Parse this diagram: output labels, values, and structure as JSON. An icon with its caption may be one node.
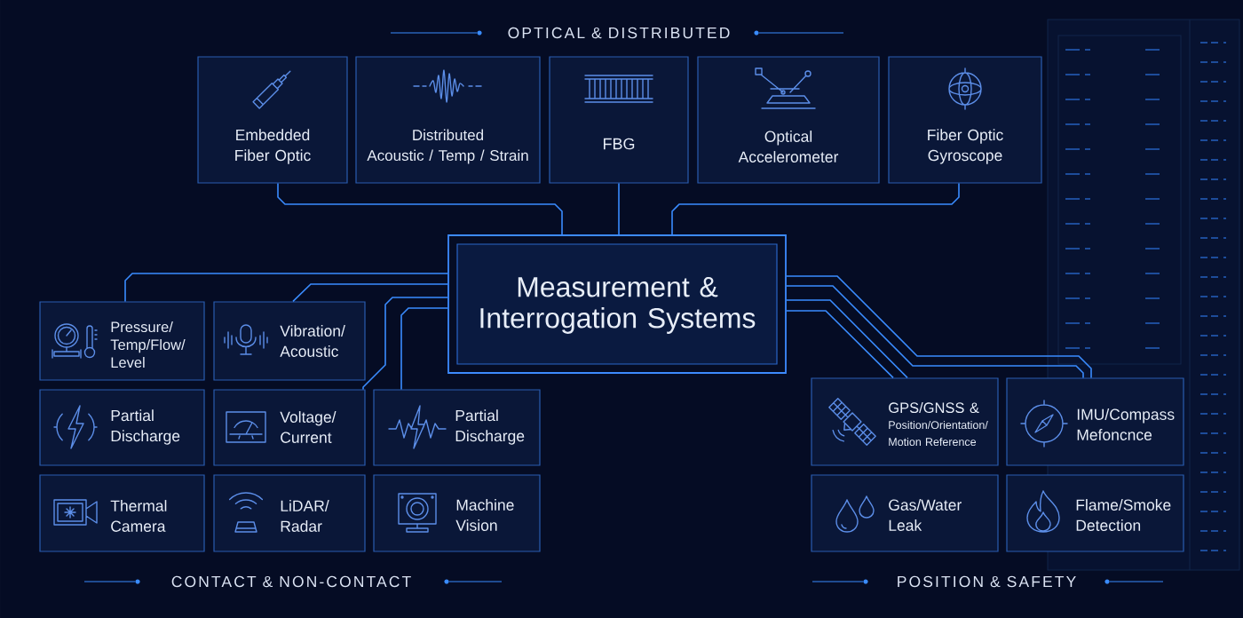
{
  "diagram": {
    "nodes": [
      {
        "text": [
          "Embedded Fiber Optic"
        ]
      },
      {
        "text": [
          "Distributed Acoustic / Temp / Strain"
        ]
      },
      {
        "text": [
          "FBG"
        ]
      },
      {
        "text": [
          "Optical Accelerometer"
        ]
      },
      {
        "text": [
          "Fiber Optic Gyroscope"
        ]
      },
      {
        "text": [
          "Measurement & Interrogation Systems"
        ]
      },
      {
        "text": [
          "Pressure/ Temp/Flow/ Level"
        ]
      },
      {
        "text": [
          "Vibration/ Acoustic"
        ]
      },
      {
        "text": [
          "Partial Discharge"
        ]
      },
      {
        "text": [
          "Voltage/ Current"
        ]
      },
      {
        "text": [
          "Partial Discharge"
        ]
      },
      {
        "text": [
          "Thermal Camera"
        ]
      },
      {
        "text": [
          "LiDAR/ Radar"
        ]
      },
      {
        "text": [
          "Machine Vision"
        ]
      },
      {
        "text": [
          "GPS/GNSS &",
          "Position/Orientation/ Motion Reference"
        ]
      },
      {
        "text": [
          "IMU/Compass Mefoncnce"
        ]
      },
      {
        "text": [
          "Gas/Water Leak"
        ]
      },
      {
        "text": [
          "Flame/Smoke Detection"
        ]
      }
    ],
    "edges": [
      {
        "from": 0,
        "to": 5,
        "arrow": "none"
      },
      {
        "from": 2,
        "to": 5,
        "arrow": "none"
      },
      {
        "from": 4,
        "to": 5,
        "arrow": "none"
      },
      {
        "from": 6,
        "to": 5,
        "arrow": "none"
      },
      {
        "from": 7,
        "to": 5,
        "arrow": "none"
      },
      {
        "from": 9,
        "to": 5,
        "arrow": "none"
      },
      {
        "from": 10,
        "to": 5,
        "arrow": "none"
      },
      {
        "from": 14,
        "to": 5,
        "arrow": "none"
      },
      {
        "from": 14,
        "to": 5,
        "arrow": "none"
      },
      {
        "from": 15,
        "to": 5,
        "arrow": "none"
      },
      {
        "from": 15,
        "to": 5,
        "arrow": "none"
      }
    ],
    "labels": [
      "OPTICAL & DISTRIBUTED",
      "CONTACT & NON-CONTACT",
      "POSITION & SAFETY"
    ]
  }
}
